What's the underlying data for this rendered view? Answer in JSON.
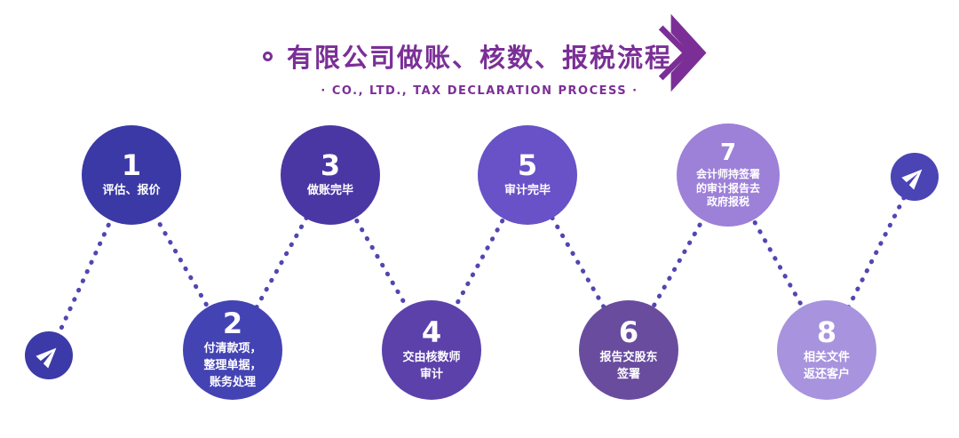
{
  "header": {
    "title": "有限公司做账、核数、报税流程",
    "subtitle": "· CO., LTD., TAX DECLARATION PROCESS ·",
    "accent_color": "#7b2f96"
  },
  "steps": [
    {
      "number": "1",
      "label": "评估、报价",
      "color": "#3a39a5"
    },
    {
      "number": "2",
      "label": "付清款项，\n整理单据，\n账务处理",
      "color": "#4443b4"
    },
    {
      "number": "3",
      "label": "做账完毕",
      "color": "#4b37a3"
    },
    {
      "number": "4",
      "label": "交由核数师\n审计",
      "color": "#5c41ab"
    },
    {
      "number": "5",
      "label": "审计完毕",
      "color": "#6951c7"
    },
    {
      "number": "6",
      "label": "报告交股东\n签署",
      "color": "#694c9e"
    },
    {
      "number": "7",
      "label": "会计师持签署\n的审计报告去\n政府报税",
      "color": "#9d80d8"
    },
    {
      "number": "8",
      "label": "相关文件\n返还客户",
      "color": "#a893de"
    }
  ],
  "markers": {
    "start_icon": "paper-plane",
    "start_color": "#3c3aa8",
    "end_icon": "paper-plane",
    "end_color": "#4a44b5"
  },
  "connector": {
    "line_color": "#5146b2"
  }
}
